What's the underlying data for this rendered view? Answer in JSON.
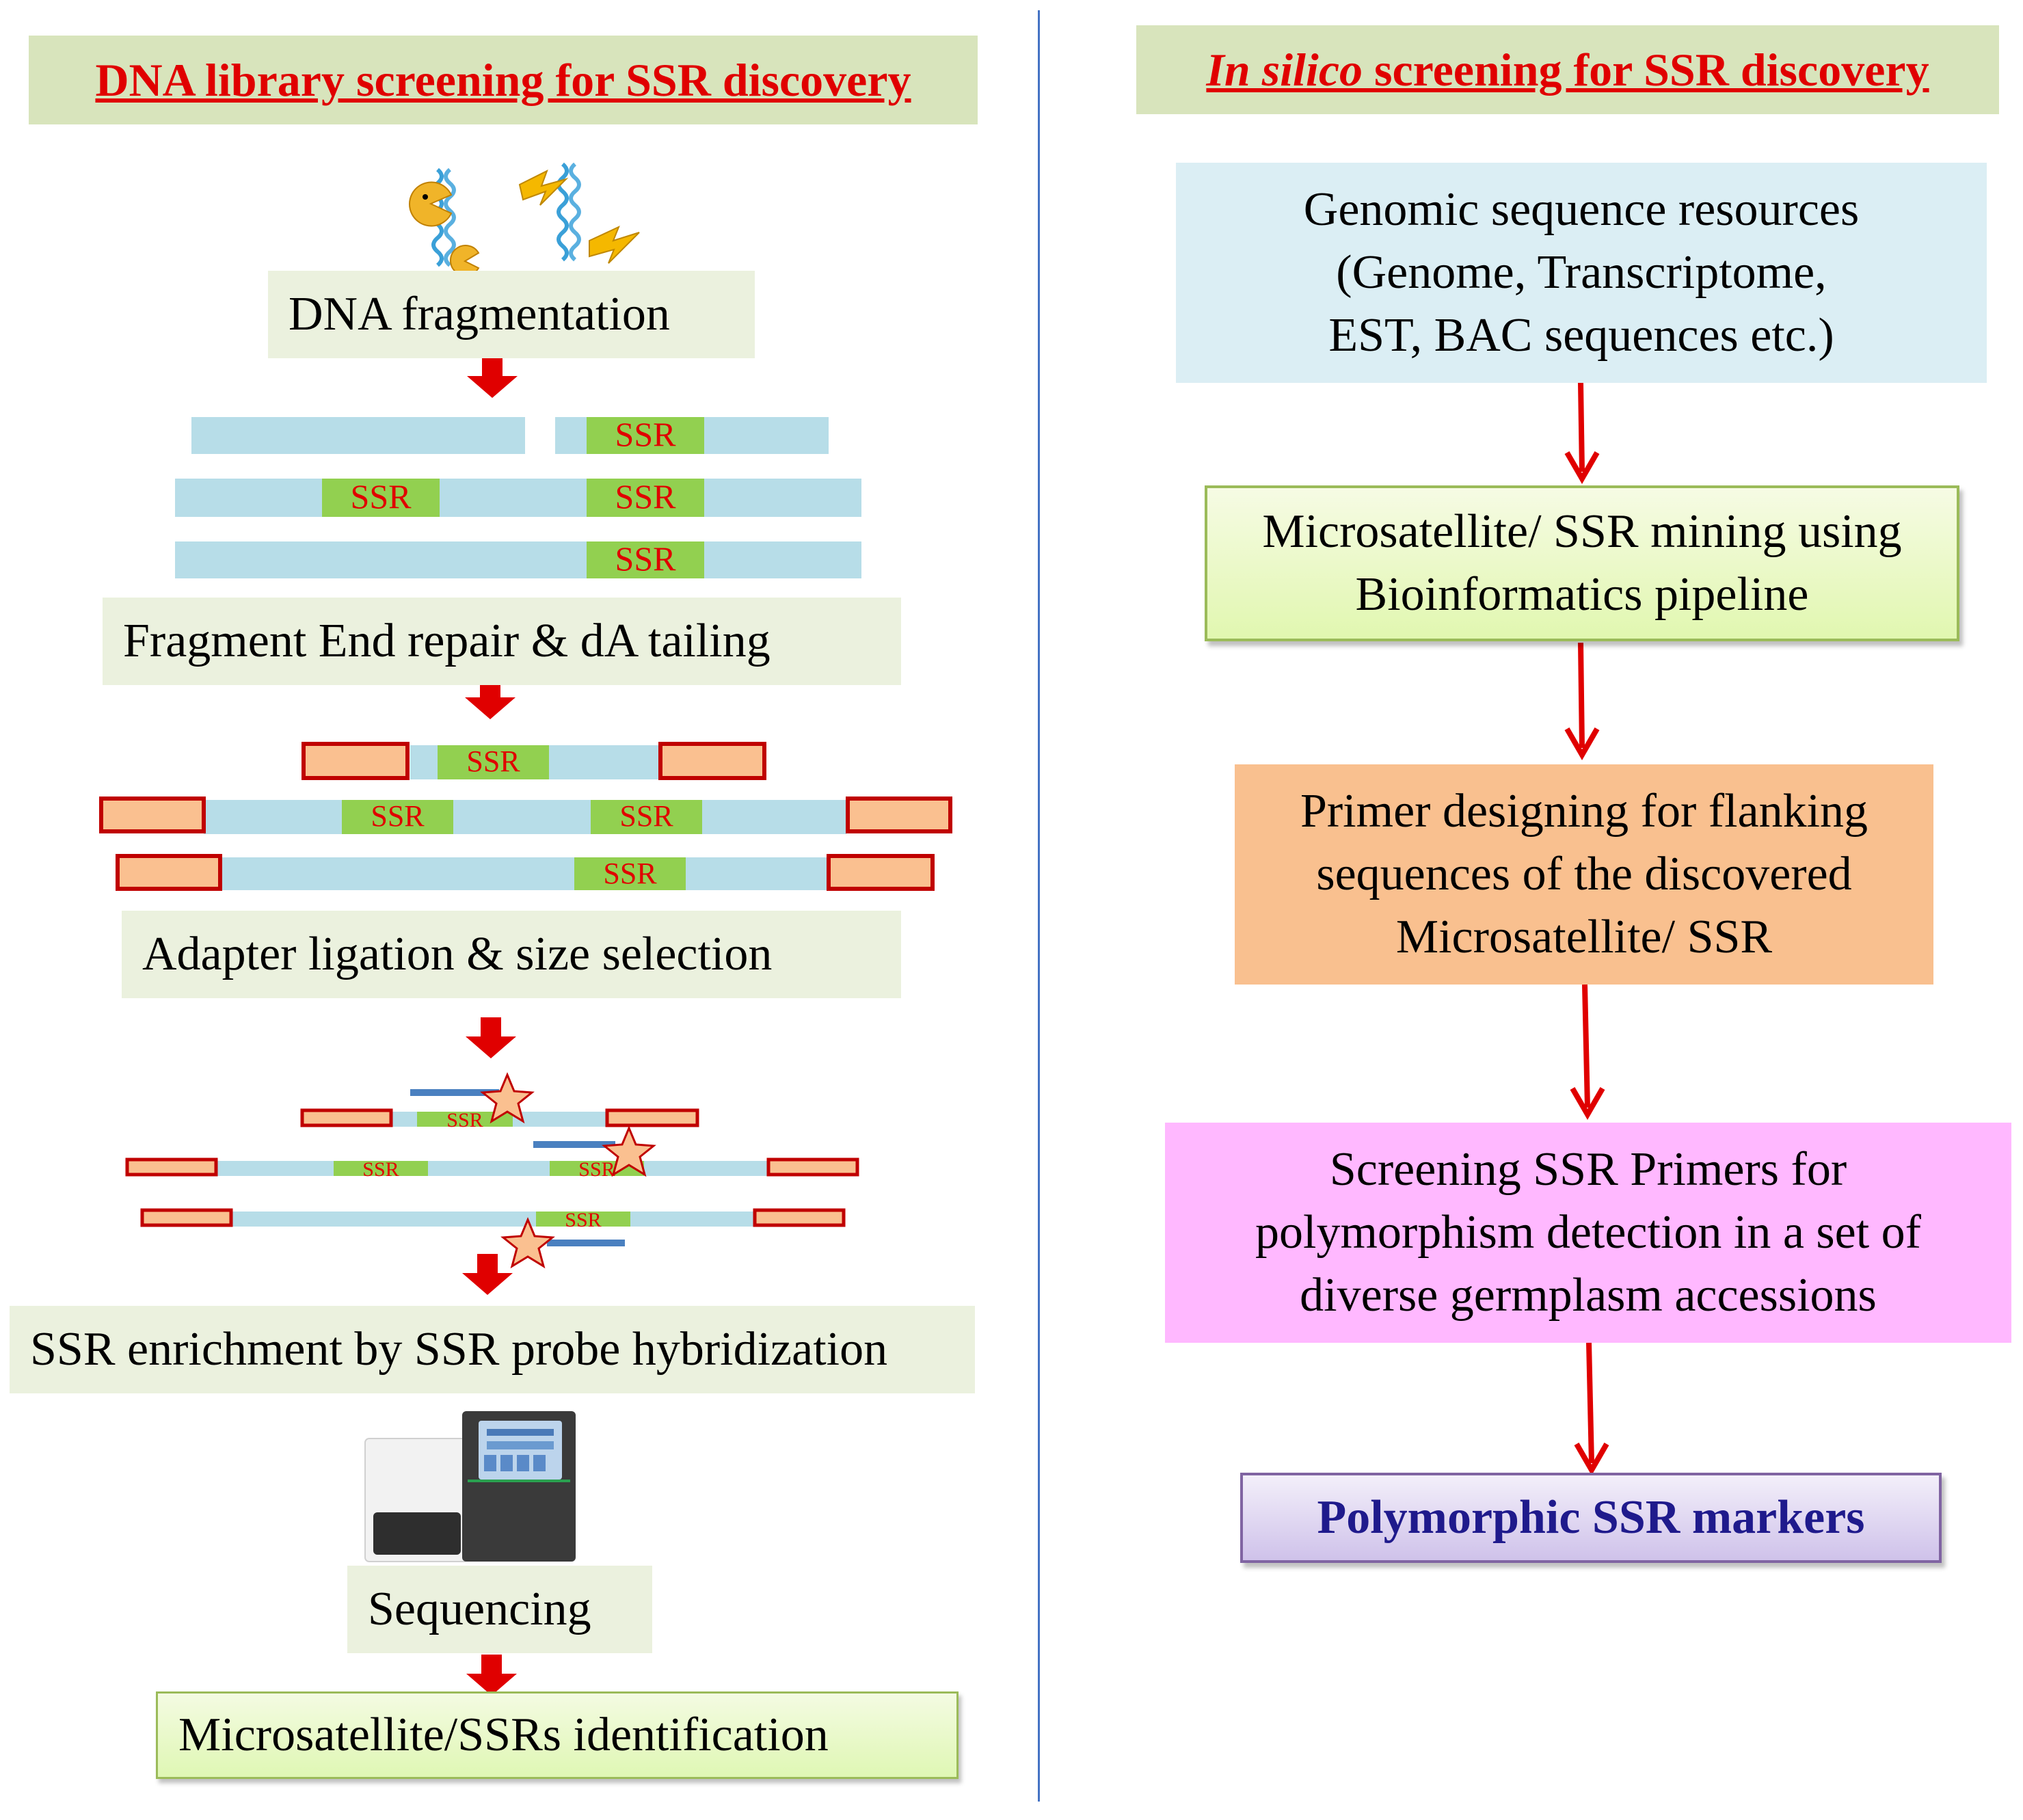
{
  "left": {
    "title": "DNA library screening for SSR discovery",
    "steps": {
      "fragmentation": "DNA fragmentation",
      "end_repair": "Fragment End repair & dA tailing",
      "adapter": "Adapter ligation & size selection",
      "enrichment": "SSR enrichment by SSR probe hybridization",
      "sequencing": "Sequencing",
      "identification": "Microsatellite/SSRs identification"
    },
    "ssr_label": "SSR"
  },
  "right": {
    "title_italic": "In silico",
    "title_rest": " screening for SSR discovery",
    "boxes": {
      "resources": [
        "Genomic sequence resources",
        "(Genome, Transcriptome,",
        "EST, BAC sequences etc.)"
      ],
      "mining": [
        "Microsatellite/ SSR mining using",
        "Bioinformatics pipeline"
      ],
      "primer": [
        "Primer designing for flanking",
        "sequences of the discovered",
        "Microsatellite/ SSR"
      ],
      "screening": [
        "Screening SSR Primers for",
        "polymorphism detection in a set of",
        "diverse germplasm accessions"
      ],
      "markers": "Polymorphic SSR markers"
    }
  },
  "colors": {
    "header_bg": "#d8e4bc",
    "step_bg": "#ebf1de",
    "fragment_blue": "#b7dde8",
    "ssr_green": "#92d050",
    "ssr_text_red": "#e00000",
    "adapter_fill": "#fac090",
    "adapter_border": "#c00000",
    "arrow_red": "#e00000",
    "divider_blue": "#4472c4",
    "resources_bg": "#dbeef4",
    "mining_bg": "#ebf7c8",
    "primer_bg": "#f9c08f",
    "screening_bg": "#ffb8ff",
    "markers_bg": "#e2d9f3",
    "markers_text": "#1f1a8c"
  },
  "icons": [
    "dna-helix-icon",
    "pacman-nuclease-icon",
    "lightning-icon",
    "sequencer-machine-icon",
    "star-probe-icon"
  ]
}
